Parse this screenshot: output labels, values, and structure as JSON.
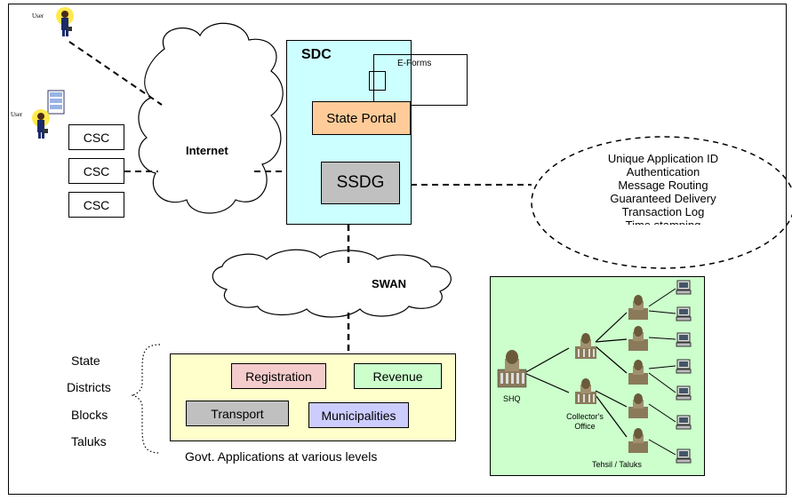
{
  "users": {
    "user_top": "User",
    "user_left": "User"
  },
  "csc": [
    "CSC",
    "CSC",
    "CSC"
  ],
  "internet": "Internet",
  "sdc": {
    "title": "SDC",
    "eforms": "E-Forms",
    "state_portal": "State Portal",
    "ssdg": "SSDG"
  },
  "features": [
    "Unique Application ID",
    "Authentication",
    "Message Routing",
    "Guaranteed Delivery",
    "Transaction Log",
    "Time stamping"
  ],
  "swan": "SWAN",
  "levels": [
    "State",
    "Districts",
    "Blocks",
    "Taluks"
  ],
  "applications": {
    "registration": "Registration",
    "revenue": "Revenue",
    "transport": "Transport",
    "municipalities": "Municipalities",
    "caption": "Govt. Applications at various levels"
  },
  "hierarchy": {
    "shq": "SHQ",
    "collector_line1": "Collector's",
    "collector_line2": "Office",
    "tehsil": "Tehsil / Taluks"
  },
  "colors": {
    "sdc_fill": "#ccffff",
    "portal_fill": "#ffcc99",
    "ssdg_fill": "#c0c0c0",
    "apps_fill": "#ffffcc",
    "registration_fill": "#f4cccc",
    "revenue_fill": "#ccffcc",
    "transport_fill": "#c0c0c0",
    "municipalities_fill": "#ccccff",
    "hierarchy_fill": "#ccffcc"
  }
}
